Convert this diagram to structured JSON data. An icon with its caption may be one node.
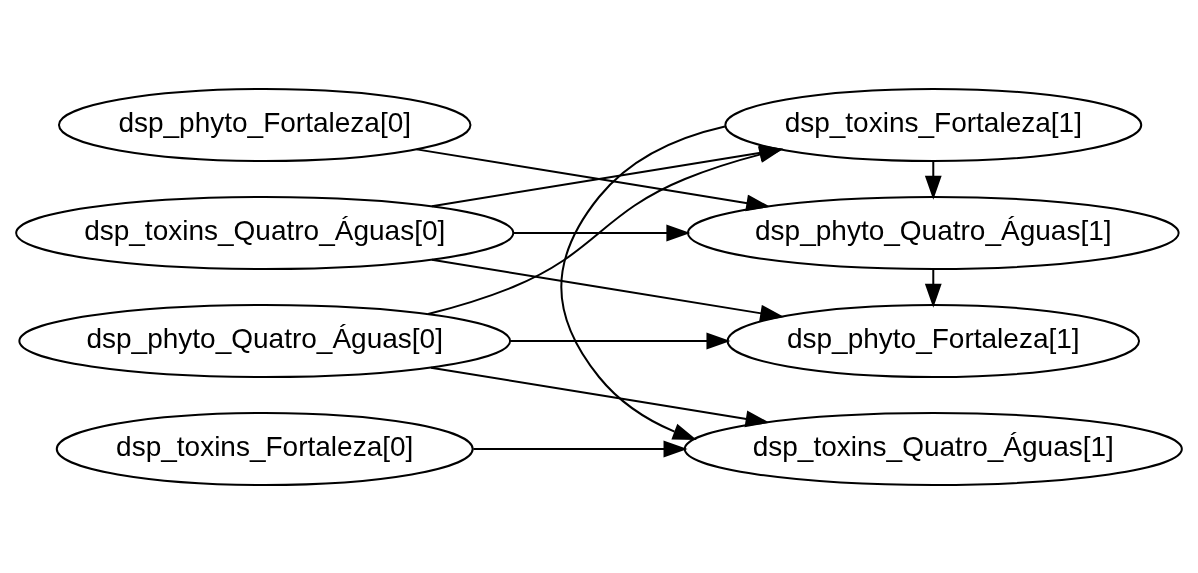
{
  "diagram": {
    "nodes": [
      {
        "text": [
          "dsp_toxins_Quatro_Águas[0]"
        ]
      },
      {
        "text": [
          "dsp_phyto_Quatro_Águas[0]"
        ]
      },
      {
        "text": [
          "dsp_toxins_Fortaleza[0]"
        ]
      },
      {
        "text": [
          "dsp_phyto_Fortaleza[0]"
        ]
      },
      {
        "text": [
          "dsp_phyto_Quatro_Águas[1]"
        ]
      },
      {
        "text": [
          "dsp_toxins_Fortaleza[1]"
        ]
      },
      {
        "text": [
          "dsp_phyto_Fortaleza[1]"
        ]
      },
      {
        "text": [
          "dsp_toxins_Quatro_Águas[1]"
        ]
      }
    ],
    "edges": [
      {
        "from": 0,
        "to": 4,
        "arrow": "to"
      },
      {
        "from": 0,
        "to": 5,
        "arrow": "to"
      },
      {
        "from": 0,
        "to": 6,
        "arrow": "to"
      },
      {
        "from": 1,
        "to": 5,
        "arrow": "to"
      },
      {
        "from": 1,
        "to": 6,
        "arrow": "to"
      },
      {
        "from": 1,
        "to": 7,
        "arrow": "to"
      },
      {
        "from": 2,
        "to": 7,
        "arrow": "to"
      },
      {
        "from": 3,
        "to": 4,
        "arrow": "to"
      },
      {
        "from": 5,
        "to": 4,
        "arrow": "to"
      },
      {
        "from": 4,
        "to": 6,
        "arrow": "to"
      },
      {
        "from": 5,
        "to": 7,
        "arrow": "to"
      }
    ]
  }
}
